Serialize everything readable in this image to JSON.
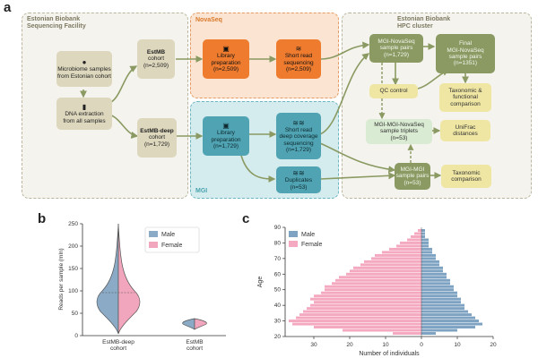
{
  "letters": {
    "a": "a",
    "b": "b",
    "c": "c"
  },
  "panels": {
    "facility": "Estonian Biobank\nSequencing Facility",
    "novaseq": "NovaSeq",
    "mgi": "MGI",
    "hpc": "Estonian Biobank\nHPC cluster"
  },
  "nodes": {
    "microbiome": {
      "icon": "poop-icon",
      "text": "Microbiome samples\nfrom Estonian cohort"
    },
    "dna": {
      "icon": "test-tube-icon",
      "text": "DNA extraction\nfrom all samples"
    },
    "estmb": {
      "title": "EstMB",
      "text": "cohort\n(n=2,509)"
    },
    "estmbdeep": {
      "title": "EstMB-deep",
      "text": "cohort\n(n=1,729)"
    },
    "lib_nova": {
      "icon": "kit-icon",
      "text": "Library\npreparation\n(n=2,509)"
    },
    "short_nova": {
      "icon": "dna-icon",
      "text": "Short read\nsequencing\n(n=2,509)"
    },
    "lib_mgi": {
      "icon": "kit-icon",
      "text": "Library\npreparation\n(n=1,729)"
    },
    "deep_mgi": {
      "icon": "dna-icon",
      "text": "Short read\ndeep coverage\nsequencing\n(n=1,729)"
    },
    "dup": {
      "icon": "dna-icon",
      "text": "Duplicates\n(n=53)"
    },
    "mgi_nova_pairs": {
      "text": "MGI-NovaSeq\nsample pairs\n(n=1,729)"
    },
    "final": {
      "text": "Final\nMGI-NovaSeq\nsample pairs\n(n=1351)"
    },
    "qc": {
      "text": "QC control"
    },
    "taxfun": {
      "text": "Taxonomic &\nfunctional\ncomparison"
    },
    "triplets": {
      "text": "MGI-MGI-NovaSeq\nsample triplets\n(n=53)"
    },
    "unifrac": {
      "text": "UniFrac\ndistances"
    },
    "mgi_mgi": {
      "text": "MGI-MGI\nsample pairs\n(n=53)"
    },
    "taxcomp": {
      "text": "Taxonomic\ncomparison"
    }
  },
  "violin": {
    "ylabel": "Reads per sample (mln)",
    "ylim": [
      0,
      250
    ],
    "yticks": [
      "0",
      "50",
      "100",
      "150",
      "200",
      "250"
    ],
    "categories": [
      "EstMB-deep\ncohort",
      "EstMB\ncohort"
    ],
    "legend": [
      "Male",
      "Female"
    ],
    "colors": {
      "male": "#8aaac6",
      "female": "#f2a6bd"
    }
  },
  "chart_data": {
    "type": "bar",
    "orientation": "horizontal",
    "title": "",
    "xlabel": "Number of individuals",
    "ylabel": "Age",
    "ylim": [
      20,
      90
    ],
    "yticks": [
      20,
      30,
      40,
      50,
      60,
      70,
      80,
      90
    ],
    "xticks": [
      "30",
      "20",
      "10",
      "0",
      "10",
      "20"
    ],
    "xlim": [
      -38,
      20
    ],
    "legend": [
      "Male",
      "Female"
    ],
    "colors": {
      "male": "#7ea2c2",
      "female": "#f4a9c0"
    },
    "ages": [
      22,
      24,
      26,
      28,
      30,
      32,
      34,
      36,
      38,
      40,
      42,
      44,
      46,
      48,
      50,
      52,
      54,
      56,
      58,
      60,
      62,
      64,
      66,
      68,
      70,
      72,
      74,
      76,
      78,
      80,
      82,
      84,
      86,
      88
    ],
    "female": [
      8,
      22,
      30,
      36,
      37,
      35,
      34,
      33,
      32,
      31,
      30,
      31,
      30,
      28,
      27,
      27,
      25,
      24,
      23,
      21,
      20,
      19,
      17,
      16,
      14,
      13,
      11,
      9,
      7,
      6,
      4,
      3,
      2,
      1
    ],
    "male": [
      4,
      10,
      15,
      17,
      16,
      15,
      14,
      13,
      12,
      12,
      11,
      11,
      10,
      10,
      9,
      9,
      8,
      8,
      7,
      7,
      6,
      6,
      5,
      5,
      4,
      4,
      3,
      3,
      2,
      2,
      2,
      1,
      1,
      1
    ]
  }
}
